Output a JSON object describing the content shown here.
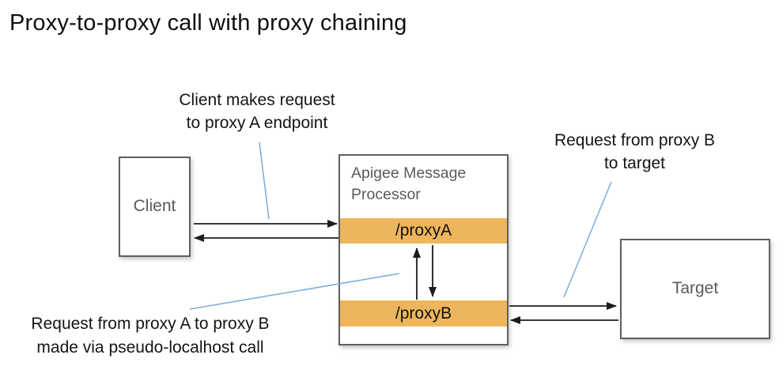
{
  "title": "Proxy-to-proxy call with proxy chaining",
  "colors": {
    "bar_orange": "#EDB65C",
    "callout_blue": "#78ACDE",
    "box_border": "#5F5F5F",
    "box_label": "#5A5A5A",
    "arrow_black": "#1C1C1C"
  },
  "nodes": {
    "client": {
      "label": "Client"
    },
    "message_processor": {
      "title": "Apigee Message Processor"
    },
    "proxy_a": {
      "label": "/proxyA"
    },
    "proxy_b": {
      "label": "/proxyB"
    },
    "target": {
      "label": "Target"
    }
  },
  "annotations": {
    "client_request": {
      "line1": "Client makes request",
      "line2": "to proxy A endpoint"
    },
    "proxyb_to_target": {
      "line1": "Request from proxy B",
      "line2": "to target"
    },
    "pseudo_localhost": {
      "line1": "Request from proxy A to proxy B",
      "line2": "made via pseudo-localhost call"
    }
  }
}
